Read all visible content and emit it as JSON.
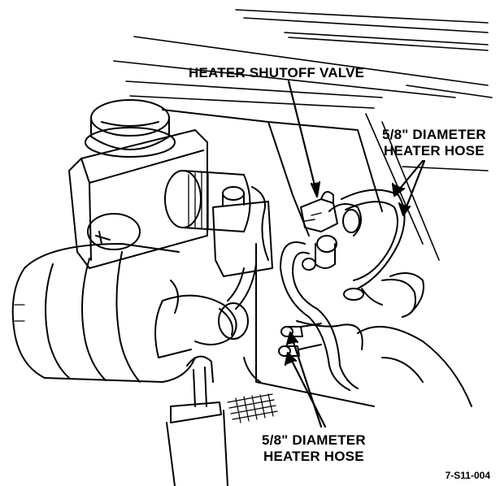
{
  "labels": {
    "shutoff_valve": "HEATER SHUTOFF VALVE",
    "hose_upper_line1": "5/8\" DIAMETER",
    "hose_upper_line2": "HEATER HOSE",
    "hose_lower_line1": "5/8\" DIAMETER",
    "hose_lower_line2": "HEATER HOSE"
  },
  "figure_id": "7-S11-004",
  "colors": {
    "ink": "#000000",
    "paper": "#ffffff"
  }
}
